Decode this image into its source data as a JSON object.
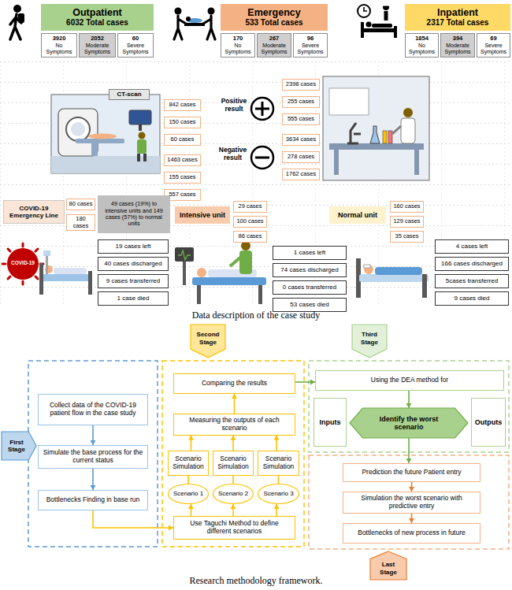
{
  "diagram": {
    "nodes": [
      {
        "text": [
          "Outpatient",
          "6032 Total cases"
        ]
      },
      {
        "text": [
          "Emergency",
          "533 Total cases"
        ]
      },
      {
        "text": [
          "Inpatient",
          "2317 Total cases"
        ]
      },
      {
        "text": [
          "3920",
          "No Symptoms"
        ]
      },
      {
        "text": [
          "2052",
          "Moderate Symptoms"
        ]
      },
      {
        "text": [
          "60",
          "Severe Symptoms"
        ]
      },
      {
        "text": [
          "170",
          "No Symptoms"
        ]
      },
      {
        "text": [
          "267",
          "Moderate Symptoms"
        ]
      },
      {
        "text": [
          "96",
          "Severe Symptoms"
        ]
      },
      {
        "text": [
          "1854",
          "No Symptoms"
        ]
      },
      {
        "text": [
          "394",
          "Moderate Symptoms"
        ]
      },
      {
        "text": [
          "69",
          "Severe Symptoms"
        ]
      },
      {
        "text": [
          "CT-scan"
        ]
      },
      {
        "text": [
          "Laboratory"
        ]
      },
      {
        "text": [
          "842 cases"
        ]
      },
      {
        "text": [
          "150 cases"
        ]
      },
      {
        "text": [
          "60 cases"
        ]
      },
      {
        "text": [
          "1463 cases"
        ]
      },
      {
        "text": [
          "155 cases"
        ]
      },
      {
        "text": [
          "557 cases"
        ]
      },
      {
        "text": [
          "2398 cases"
        ]
      },
      {
        "text": [
          "255 cases"
        ]
      },
      {
        "text": [
          "555 cases"
        ]
      },
      {
        "text": [
          "3634 cases"
        ]
      },
      {
        "text": [
          "278 cases"
        ]
      },
      {
        "text": [
          "1762 cases"
        ]
      },
      {
        "text": [
          "COVID-19 Emergency Line"
        ]
      },
      {
        "text": [
          "80 cases"
        ]
      },
      {
        "text": [
          "180 cases"
        ]
      },
      {
        "text": [
          "49 cases (19%) to intensive units and 149 cases (57%) to normal units"
        ]
      },
      {
        "text": [
          "Intensive unit"
        ]
      },
      {
        "text": [
          "29 cases"
        ]
      },
      {
        "text": [
          "100 cases"
        ]
      },
      {
        "text": [
          "86 cases"
        ]
      },
      {
        "text": [
          "Normal unit"
        ]
      },
      {
        "text": [
          "160 cases"
        ]
      },
      {
        "text": [
          "129 cases"
        ]
      },
      {
        "text": [
          "35 cases"
        ]
      },
      {
        "text": [
          "19 cases left"
        ]
      },
      {
        "text": [
          "40 cases discharged"
        ]
      },
      {
        "text": [
          "9 cases transferred"
        ]
      },
      {
        "text": [
          "1 case died"
        ]
      },
      {
        "text": [
          "1 cases left"
        ]
      },
      {
        "text": [
          "74 cases discharged"
        ]
      },
      {
        "text": [
          "0 cases transferred"
        ]
      },
      {
        "text": [
          "53 cases died"
        ]
      },
      {
        "text": [
          "4 cases left"
        ]
      },
      {
        "text": [
          "166 cases discharged"
        ]
      },
      {
        "text": [
          "5cases transferred"
        ]
      },
      {
        "text": [
          "9 cases died"
        ]
      },
      {
        "text": [
          "Second Stage"
        ]
      },
      {
        "text": [
          "Third Stage"
        ]
      },
      {
        "text": [
          "First Stage"
        ]
      },
      {
        "text": [
          "Collect data of the COVID-19 patient flow in the case study"
        ]
      },
      {
        "text": [
          "Simulate the base process for the current status"
        ]
      },
      {
        "text": [
          "Bottlenecks Finding in base run"
        ]
      },
      {
        "text": [
          "Comparing the results"
        ]
      },
      {
        "text": [
          "Measuring the outputs of each scenario"
        ]
      },
      {
        "text": [
          "Scenario Simulation"
        ]
      },
      {
        "text": [
          "Scenario Simulation"
        ]
      },
      {
        "text": [
          "Scenario Simulation"
        ]
      },
      {
        "text": [
          "Scenario 1"
        ]
      },
      {
        "text": [
          "Scenario 2"
        ]
      },
      {
        "text": [
          "Scenario 3"
        ]
      },
      {
        "text": [
          "Use Taguchi Method to define different scenarios"
        ]
      },
      {
        "text": [
          "Using the DEA method for"
        ]
      },
      {
        "text": [
          "Inputs"
        ]
      },
      {
        "text": [
          "Identify the worst scenario"
        ]
      },
      {
        "text": [
          "Outputs"
        ]
      },
      {
        "text": [
          "Prediction the future Patient entry"
        ]
      },
      {
        "text": [
          "Simulation the worst scenario with predictive entry"
        ]
      },
      {
        "text": [
          "Bottlenecks of new process in future"
        ]
      },
      {
        "text": [
          "Last Stage"
        ]
      }
    ],
    "edges": [
      {
        "from": 53,
        "to": 54,
        "arrow": "to"
      },
      {
        "from": 54,
        "to": 55,
        "arrow": "to"
      },
      {
        "from": 55,
        "to": 64,
        "arrow": "to"
      },
      {
        "from": 64,
        "to": 61,
        "arrow": "to"
      },
      {
        "from": 64,
        "to": 62,
        "arrow": "to"
      },
      {
        "from": 64,
        "to": 63,
        "arrow": "to"
      },
      {
        "from": 61,
        "to": 58,
        "arrow": "none"
      },
      {
        "from": 62,
        "to": 59,
        "arrow": "none"
      },
      {
        "from": 63,
        "to": 60,
        "arrow": "none"
      },
      {
        "from": 58,
        "to": 57,
        "arrow": "to"
      },
      {
        "from": 59,
        "to": 57,
        "arrow": "to"
      },
      {
        "from": 60,
        "to": 57,
        "arrow": "to"
      },
      {
        "from": 57,
        "to": 56,
        "arrow": "to"
      },
      {
        "from": 56,
        "to": 65,
        "arrow": "to"
      },
      {
        "from": 65,
        "to": 67,
        "arrow": "to"
      },
      {
        "from": 67,
        "to": 69,
        "arrow": "to"
      },
      {
        "from": 69,
        "to": 70,
        "arrow": "to"
      },
      {
        "from": 70,
        "to": 71,
        "arrow": "to"
      }
    ],
    "labels": [
      "Positive result",
      "Negative result",
      "Data description of the case study",
      "Research methodology framework.",
      "COVID-19"
    ]
  }
}
